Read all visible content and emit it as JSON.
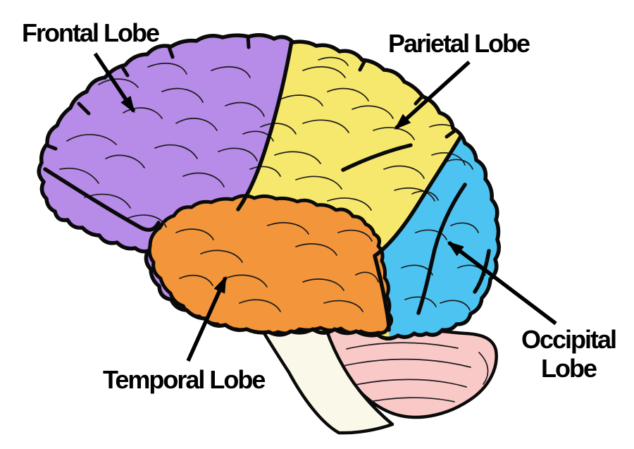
{
  "regions": {
    "frontal": {
      "label": "Frontal Lobe",
      "color": "#B78BE8"
    },
    "parietal": {
      "label": "Parietal Lobe",
      "color": "#F6E86D"
    },
    "temporal": {
      "label": "Temporal Lobe",
      "color": "#F2953B"
    },
    "occipital": {
      "label": "Occipital Lobe",
      "color": "#4DC3F1"
    },
    "cerebellum": {
      "color": "#F9C9C8"
    },
    "brainstem": {
      "color": "#FAF8E9"
    }
  },
  "style": {
    "outline_color": "#0a0a0a",
    "label_color": "#000000",
    "background": "#FFFFFF"
  }
}
